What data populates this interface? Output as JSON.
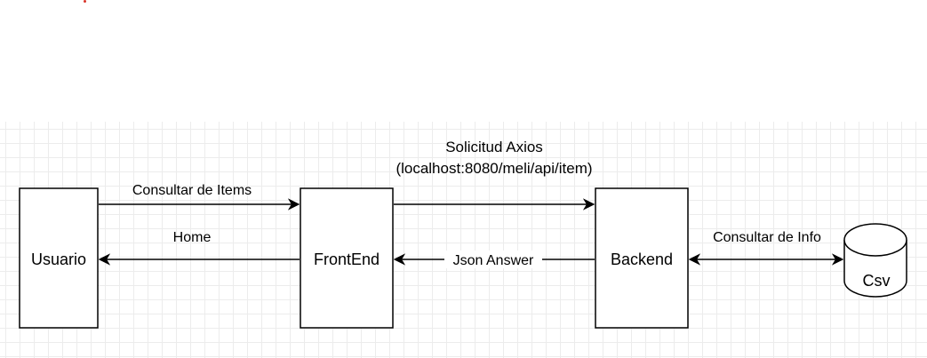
{
  "nodes": {
    "usuario": "Usuario",
    "frontend": "FrontEnd",
    "backend": "Backend",
    "csv": "Csv"
  },
  "edges": {
    "consultar_items": "Consultar de Items",
    "home": "Home",
    "solicitud_line1": "Solicitud Axios",
    "solicitud_line2": "(localhost:8080/meli/api/item)",
    "json_answer": "Json Answer",
    "consultar_info": "Consultar de Info"
  },
  "colors": {
    "stroke": "#000000",
    "grid": "#ececec",
    "marker": "#d9342b"
  }
}
